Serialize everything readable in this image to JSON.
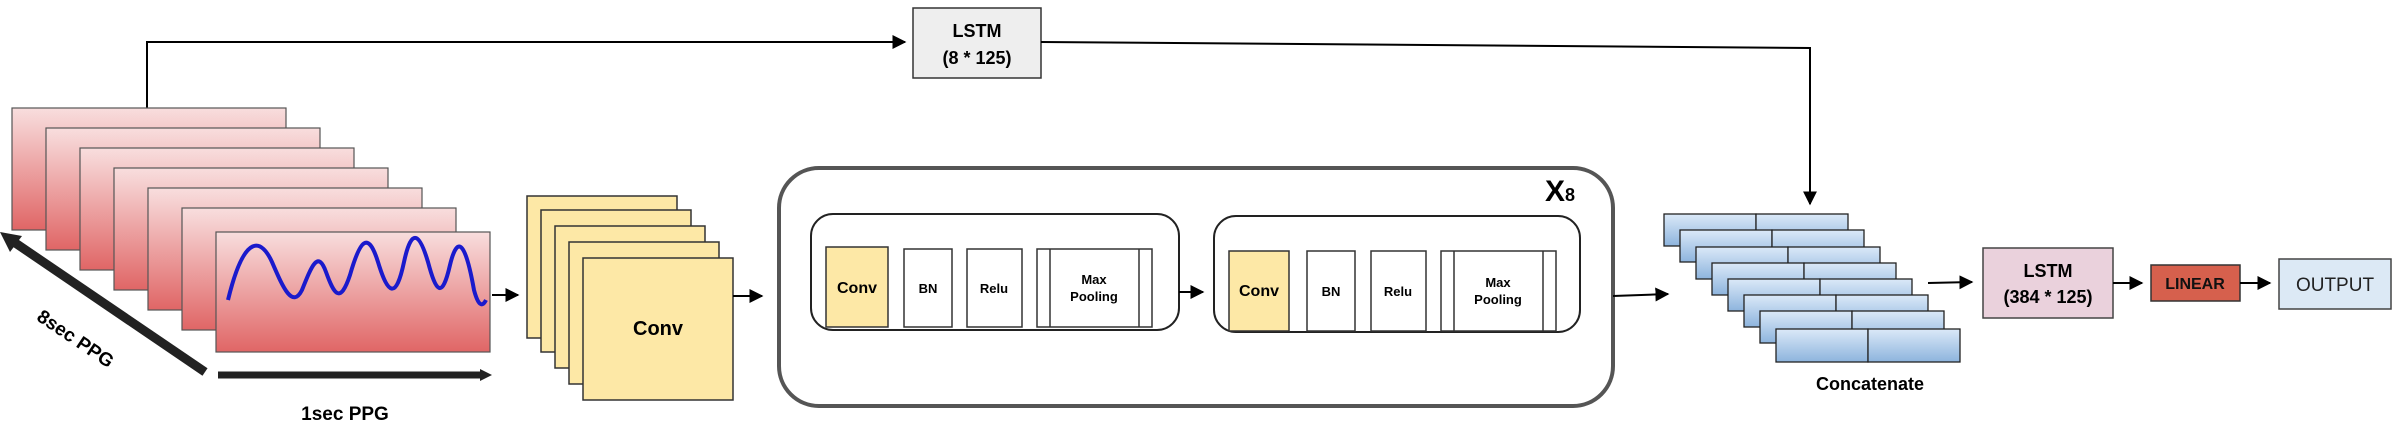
{
  "labels": {
    "lstm_top_line1": "LSTM",
    "lstm_top_line2": "(8 * 125)",
    "ppg_8sec": "8sec PPG",
    "ppg_1sec": "1sec PPG",
    "conv_stack": "Conv",
    "repeat": "X",
    "repeat_sub": "8",
    "block1": {
      "conv": "Conv",
      "bn": "BN",
      "relu": "Relu",
      "pool_line1": "Max",
      "pool_line2": "Pooling"
    },
    "block2": {
      "conv": "Conv",
      "bn": "BN",
      "relu": "Relu",
      "pool_line1": "Max",
      "pool_line2": "Pooling"
    },
    "concatenate": "Concatenate",
    "lstm_bottom_line1": "LSTM",
    "lstm_bottom_line2": "(384 * 125)",
    "linear": "LINEAR",
    "output": "OUTPUT"
  },
  "colors": {
    "ppg_top": "#f6d6d6",
    "ppg_bottom": "#e06b6b",
    "wave": "#1a1acc",
    "conv_yellow": "#fde8a6",
    "concat_blue_top": "#d7e7f7",
    "concat_blue_bottom": "#8fb6de",
    "lstm_gray": "#eeeeee",
    "lstm_pink": "#ead1dc",
    "linear_red": "#d6604d",
    "output_blue": "#dce9f5"
  }
}
